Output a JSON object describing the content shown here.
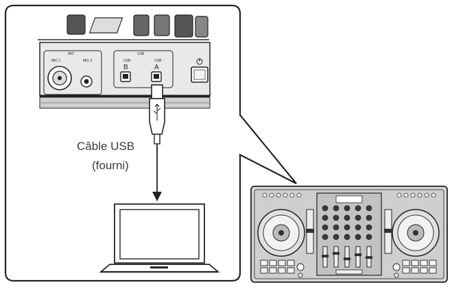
{
  "cable": {
    "label_line1": "Câble USB",
    "label_line2": "(fourni)"
  },
  "panel": {
    "mic_group_label": "MIC",
    "mic1_label": "MIC 1",
    "mic2_label": "MIC 2",
    "usb_group_label": "USB",
    "usb_b_small": "USB",
    "usb_b_letter": "B",
    "usb_a_small": "USB",
    "usb_a_letter": "A"
  },
  "colors": {
    "line": "#222222",
    "panel_fill": "#e9e9e9",
    "dark_fill": "#3a3a3a"
  }
}
